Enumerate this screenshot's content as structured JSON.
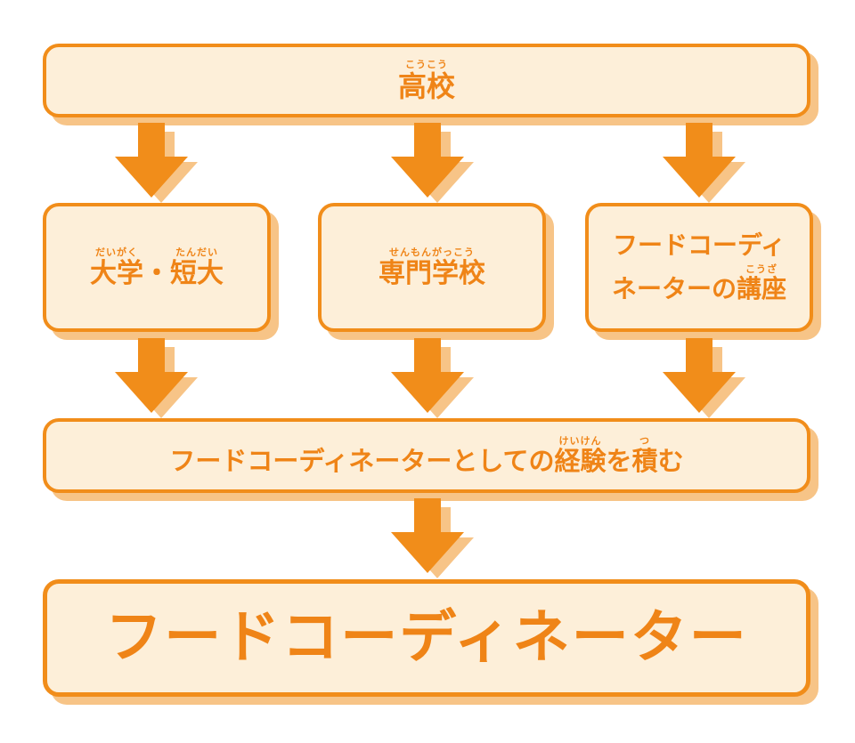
{
  "diagram": {
    "high_school": {
      "text": "高校",
      "ruby": "こうこう"
    },
    "university": {
      "part1": {
        "text": "大学",
        "ruby": "だいがく"
      },
      "separator": "・",
      "part2": {
        "text": "短大",
        "ruby": "たんだい"
      }
    },
    "vocational": {
      "text": "専門学校",
      "ruby": "せんもんがっこう"
    },
    "course": {
      "line1": "フードコーディ",
      "line2_prefix": "ネーターの",
      "line2_kanji": "講座",
      "line2_ruby": "こうざ"
    },
    "experience": {
      "prefix": "フードコーディネーターとしての",
      "kanji1": "経験",
      "kanji1_ruby": "けいけん",
      "middle": "を",
      "kanji2": "積",
      "kanji2_ruby": "つ",
      "suffix": "む"
    },
    "goal": {
      "text": "フードコーディネーター"
    }
  },
  "colors": {
    "accent": "#f18d1a",
    "box_fill": "#fdefd9",
    "shadow": "#f7c487",
    "text": "#ef8417"
  }
}
